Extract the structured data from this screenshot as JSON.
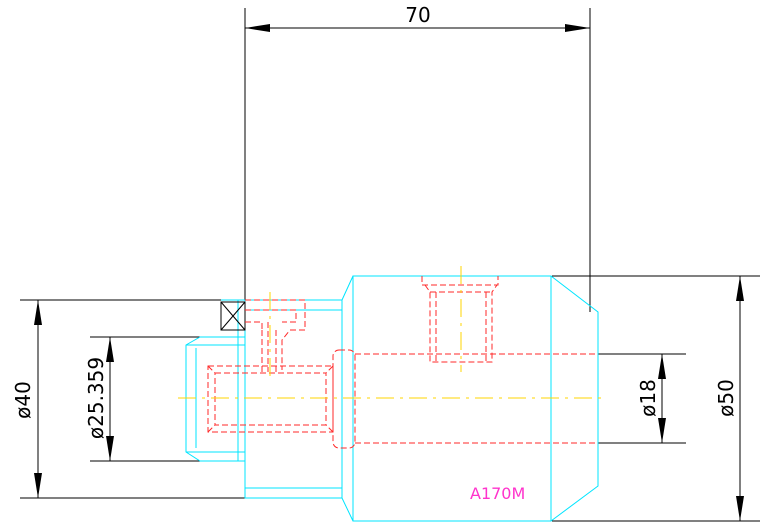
{
  "drawing": {
    "dimensions": {
      "length_top": "70",
      "dia_left_outer": "ø40",
      "dia_left_inner": "ø25.359",
      "dia_bore": "ø18",
      "dia_right": "ø50"
    },
    "part_label": "A170M"
  },
  "colors": {
    "dimension": "#000000",
    "outline": "#00e5ff",
    "hidden": "#ff2a2a",
    "centerline": "#ffd400",
    "label": "#ff33cc"
  }
}
